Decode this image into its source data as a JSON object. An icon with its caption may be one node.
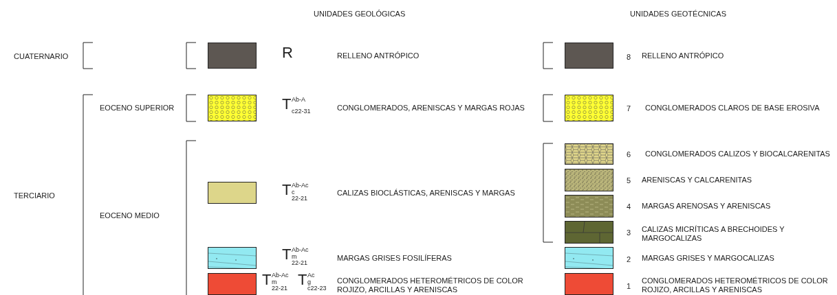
{
  "diagram": {
    "labels": [
      "UNIDADES GEOLÓGICAS",
      "UNIDADES GEOTÉCNICAS",
      "CUATERNARIO",
      "R",
      "8",
      "EOCENO SUPERIOR",
      "T$^{Ab-A}$$_{c22-31}$",
      "7",
      "6",
      "5",
      "TERCIARIO",
      "T$^{Ab-Ac}$$_{c}$$_{22-21}$",
      "4",
      "EOCENO MEDIO",
      "3",
      "T$^{Ab-Ac}$$_{m}$$_{22-21}$",
      "2",
      "T$^{Ab-Ac}$$_{m}$$_{22-21}$",
      "T$^{Ac}$$_{g}$$_{c22-23}$",
      "1"
    ],
    "legend": [
      {
        "text": "RELLENO ANTRÓPICO",
        "color": "#5d5752"
      },
      {
        "text": "CONGLOMERADOS, ARENISCAS Y MARGAS ROJAS"
      },
      {
        "text": "CALIZAS BIOCLÁSTICAS, ARENISCAS Y MARGAS",
        "color": "#ddd68a"
      },
      {
        "text": "MARGAS GRISES FOSILÍFERAS"
      },
      {
        "text": "CONGLOMERADOS HETEROMÉTRICOS DE COLOR ROJIZO, ARCILLAS Y ARENISCAS",
        "color": "#ee4b36"
      },
      {
        "text": "RELLENO ANTRÓPICO",
        "color": "#5d5752"
      },
      {
        "text": "CONGLOMERADOS CLAROS DE BASE EROSIVA"
      },
      {
        "text": "CONGLOMERADOS CALIZOS Y BIOCALCARENITAS"
      },
      {
        "text": "ARENISCAS Y CALCARENITAS"
      },
      {
        "text": "MARGAS ARENOSAS Y ARENISCAS"
      },
      {
        "text": "CALIZAS MICRÍTICAS A BRECHOIDES Y MARGOCALIZAS"
      },
      {
        "text": "MARGAS GRISES Y MARGOCALIZAS"
      },
      {
        "text": "CONGLOMERADOS HETEROMÉTRICOS DE COLOR ROJIZO, ARCILLAS Y ARENISCAS",
        "color": "#ee4b36"
      }
    ]
  }
}
